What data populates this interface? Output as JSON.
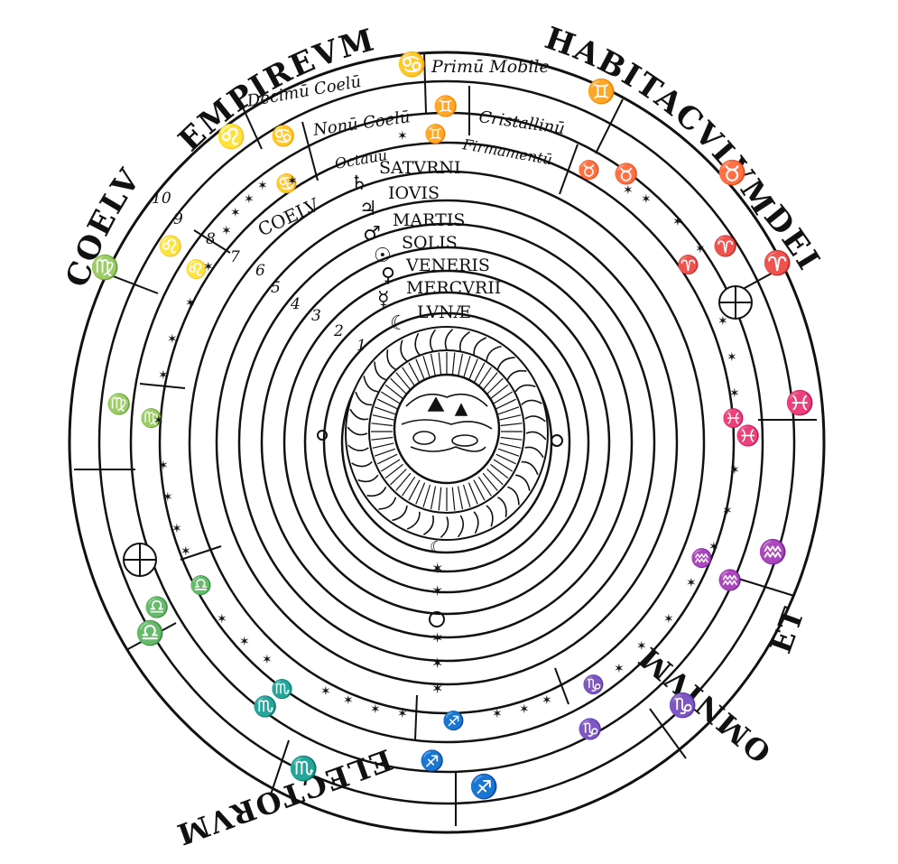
{
  "outer_inscription": {
    "empireum": "EMPIREVM",
    "habitaculum": "HABITACVLVM",
    "dei": "DEI",
    "et": "ET",
    "omnium": "OMNIVM",
    "electorum": "ELECTORVM",
    "coelum": "COELVM"
  },
  "spheres": {
    "primum_mobile": "Primū Mobile",
    "decimum": "Decimū Coelū",
    "nonum": "Nonū Coelū",
    "crystallinum": "Cristallinū",
    "octauum": "Octauū",
    "firmamentum": "Firmamentū",
    "coelu": "COELV",
    "saturni": "SATVRNI",
    "iovis": "IOVIS",
    "martis": "MARTIS",
    "solis": "SOLIS",
    "veneris": "VENERIS",
    "mercurii": "MERCVRII",
    "lunae": "LVNÆ"
  },
  "sphere_numbers": [
    "1",
    "2",
    "3",
    "4",
    "5",
    "6",
    "7",
    "8",
    "9",
    "10"
  ],
  "planet_symbols": {
    "saturn": "♄",
    "jupiter": "♃",
    "mars": "♂",
    "sun": "☉",
    "venus": "♀",
    "mercury": "☿",
    "moon": "☾"
  },
  "zodiac": {
    "outer": [
      "♋",
      "♊",
      "♉",
      "♈",
      "♓",
      "♒",
      "♑",
      "♐",
      "♏",
      "♎",
      "♍",
      "♌"
    ],
    "middle": [
      "♋",
      "♊",
      "♉",
      "♈",
      "♓",
      "♒",
      "♑",
      "♐",
      "♏",
      "♎",
      "♍",
      "♌"
    ],
    "inner": [
      "♋",
      "♊",
      "♉",
      "♈",
      "♓",
      "♒",
      "♑",
      "♐",
      "♏",
      "♎",
      "♍",
      "♌"
    ]
  },
  "colors": {
    "ink": "#111111",
    "paper": "#ffffff"
  }
}
